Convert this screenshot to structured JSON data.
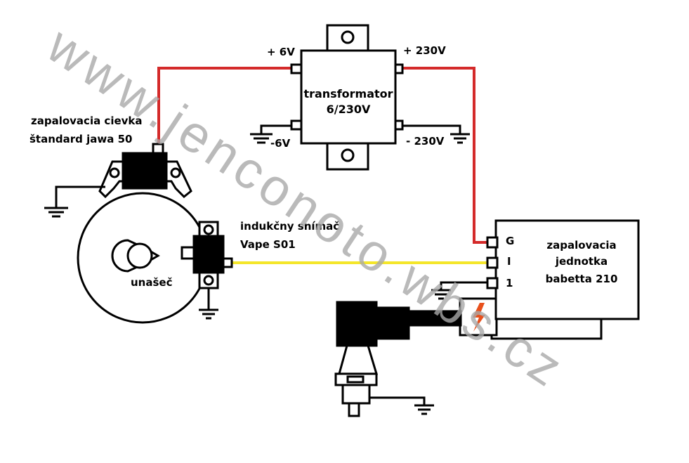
{
  "labels": {
    "transformer_line1": "transformator",
    "transformer_line2": "6/230V",
    "plus_6v": "+ 6V",
    "minus_6v": "-6V",
    "plus_230v": "+ 230V",
    "minus_230v": "- 230V",
    "coil_line1": "zapalovacia cievka",
    "coil_line2": "štandard jawa 50",
    "pickup_line1": "indukčny snímač",
    "pickup_line2": "Vape S01",
    "flywheel": "unašeč",
    "unit_line1": "zapalovacia",
    "unit_line2": "jednotka",
    "unit_line3": "babetta 210",
    "term_g": "G",
    "term_i": "I",
    "term_1": "1"
  },
  "watermark": "www.jenconoto.wbs.cz",
  "colors": {
    "wire_power": "#d42a2a",
    "wire_signal": "#f4e62a",
    "outline": "#000000",
    "spark_symbol": "#e8501c",
    "watermark": "#a9a9a9"
  }
}
